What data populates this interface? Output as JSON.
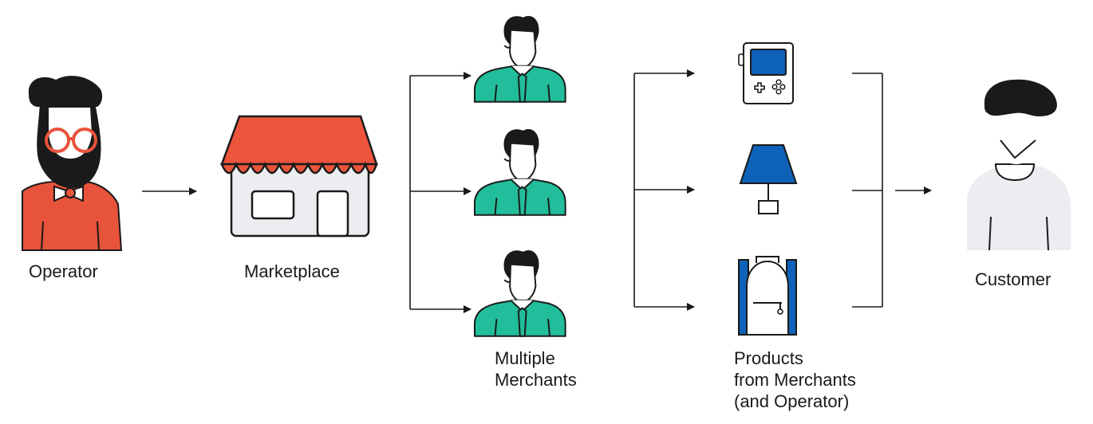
{
  "labels": {
    "operator": "Operator",
    "marketplace": "Marketplace",
    "merchants": [
      "Multiple",
      "Merchants"
    ],
    "products": [
      "Products",
      "from Merchants",
      "(and Operator)"
    ],
    "customer": "Customer"
  },
  "colors": {
    "stroke": "#1a1a1a",
    "operator_red": "#e8533b",
    "awning_red": "#ec553c",
    "merchant_green": "#22bd9a",
    "product_blue": "#0e62b8",
    "light_gray": "#ebedf0",
    "white": "#ffffff"
  },
  "icons": {
    "operator": "operator-person-icon",
    "marketplace": "storefront-icon",
    "merchant": "merchant-person-icon",
    "products": [
      "game-console-icon",
      "lamp-icon",
      "backpack-icon"
    ],
    "customer": "customer-person-icon"
  }
}
